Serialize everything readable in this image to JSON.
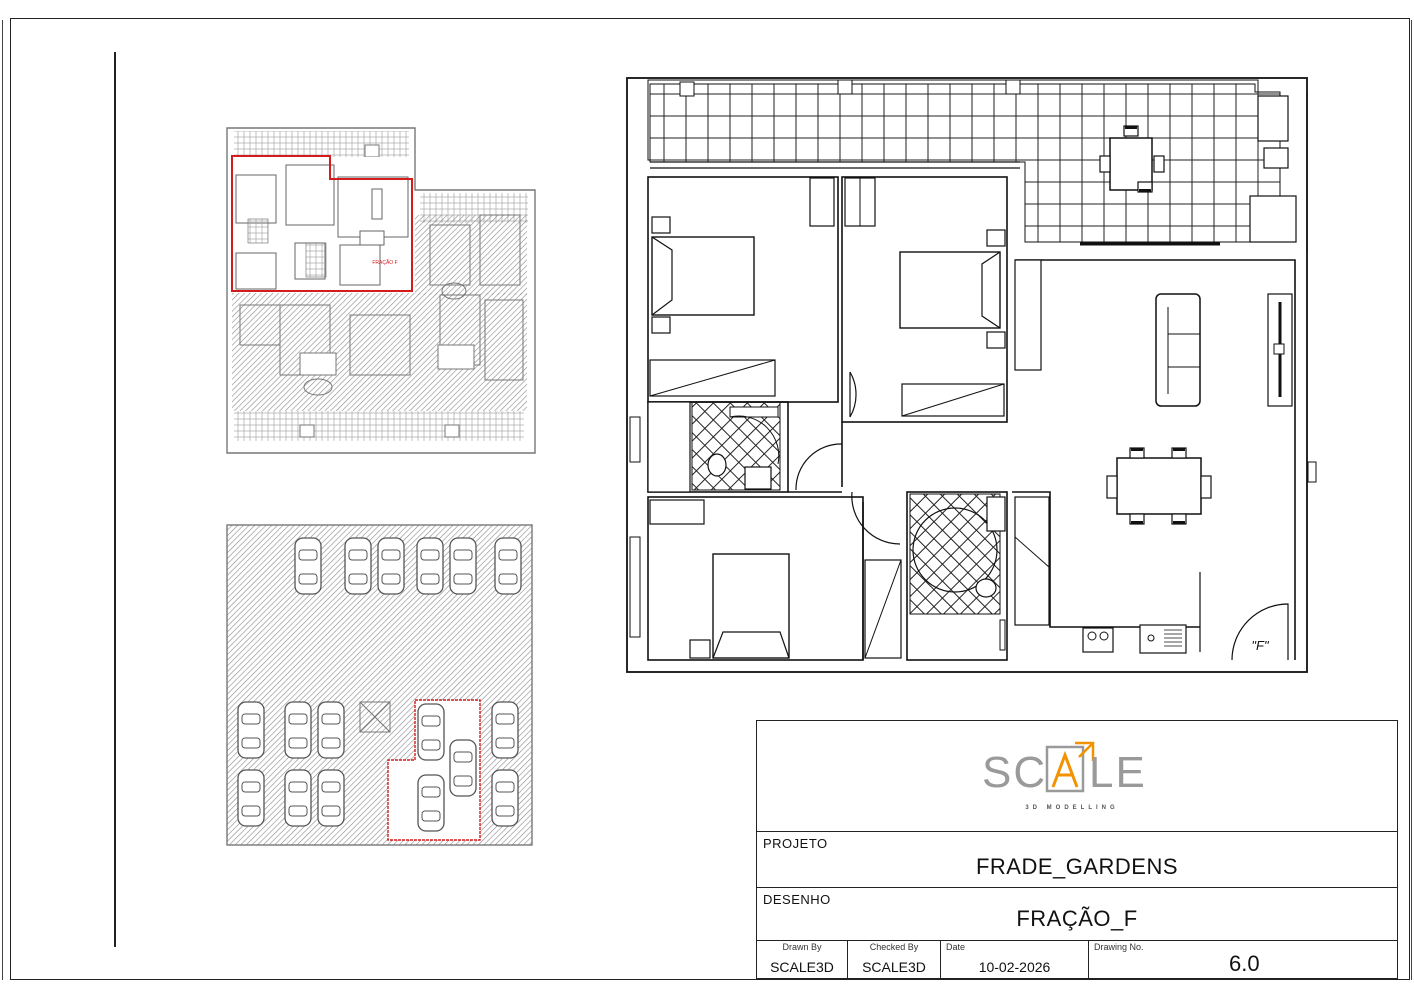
{
  "titleblock": {
    "logo_text": "SC LE",
    "logo_tag": "3D MODELLING",
    "project_label": "PROJETO",
    "project_value": "FRADE_GARDENS",
    "drawing_label": "DESENHO",
    "drawing_value": "FRAÇÃO_F",
    "drawn_by_label": "Drawn By",
    "drawn_by_value": "SCALE3D",
    "checked_by_label": "Checked By",
    "checked_by_value": "SCALE3D",
    "date_label": "Date",
    "date_value": "10-02-2026",
    "drawing_no_label": "Drawing No.",
    "drawing_no_value": "6.0"
  },
  "plan": {
    "unit_tag": "\"F\"",
    "mini_unit_tag": "FRAÇÃO F"
  },
  "colors": {
    "line": "#1a1a1a",
    "hatch": "#8a8a8a",
    "highlight": "#d41c1c",
    "logo_orange": "#f39200",
    "logo_grey": "#9a9a9a"
  }
}
